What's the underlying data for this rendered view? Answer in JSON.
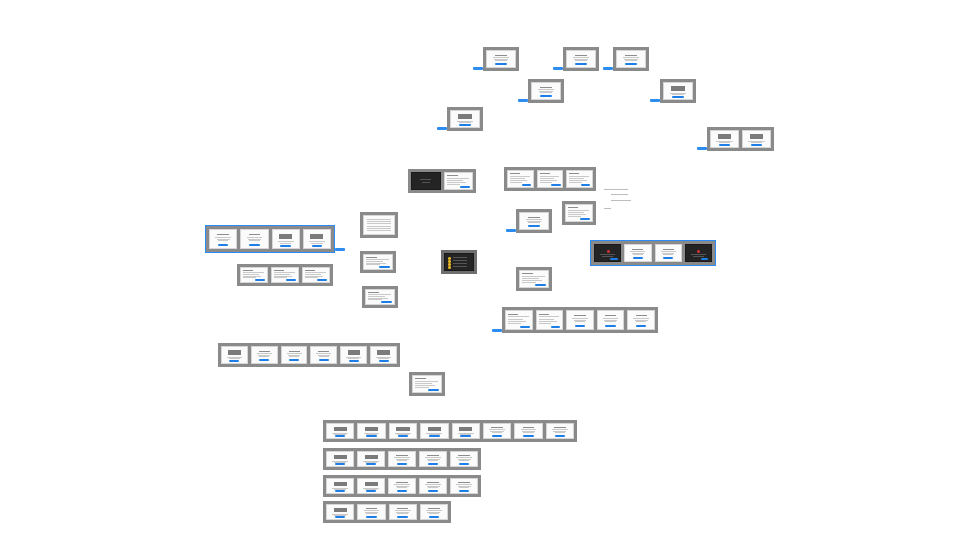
{
  "canvas": {
    "background": "#ffffff",
    "frame_color": "#8a8a8a",
    "accent": "#1e7ee8",
    "selection_color": "#2a8cf0"
  },
  "flows": [
    {
      "id": "g01",
      "frames": [
        "dialog"
      ],
      "badge": true
    },
    {
      "id": "g02",
      "frames": [
        "dialog"
      ],
      "badge": true
    },
    {
      "id": "g03",
      "frames": [
        "dialog"
      ],
      "badge": true
    },
    {
      "id": "g04",
      "frames": [
        "dialog"
      ],
      "badge": true
    },
    {
      "id": "g05",
      "frames": [
        "image-dialog"
      ],
      "badge": true
    },
    {
      "id": "g06",
      "frames": [
        "image-dialog"
      ],
      "badge": true
    },
    {
      "id": "g07",
      "frames": [
        "image-dialog",
        "image-dialog"
      ],
      "badge": true
    },
    {
      "id": "g08",
      "frames": [
        "dark",
        "form"
      ],
      "badge": false
    },
    {
      "id": "g09",
      "frames": [
        "form",
        "form",
        "form"
      ],
      "badge": false
    },
    {
      "id": "g10",
      "frames": [
        "dialog"
      ],
      "badge": true
    },
    {
      "id": "g11",
      "frames": [
        "form"
      ],
      "badge": false
    },
    {
      "id": "g12",
      "frames": [
        "dark-alert",
        "dialog",
        "dialog",
        "dark-alert"
      ],
      "badge": false
    },
    {
      "id": "g13",
      "frames": [
        "table"
      ],
      "badge": false
    },
    {
      "id": "g14",
      "frames": [
        "dialog",
        "dialog",
        "image-dialog",
        "image-dialog"
      ],
      "badge": true
    },
    {
      "id": "g15",
      "frames": [
        "form"
      ],
      "badge": false
    },
    {
      "id": "g16",
      "frames": [
        "dark-list"
      ],
      "badge": false
    },
    {
      "id": "g17",
      "frames": [
        "form",
        "form",
        "form"
      ],
      "badge": false
    },
    {
      "id": "g18",
      "frames": [
        "form"
      ],
      "badge": false
    },
    {
      "id": "g19",
      "frames": [
        "form"
      ],
      "badge": false
    },
    {
      "id": "g20",
      "frames": [
        "form",
        "form",
        "dialog",
        "dialog",
        "dialog"
      ],
      "badge": true
    },
    {
      "id": "g21",
      "frames": [
        "image-dialog",
        "dialog",
        "dialog",
        "dialog",
        "image-dialog",
        "image-dialog"
      ],
      "badge": false
    },
    {
      "id": "g22",
      "frames": [
        "form"
      ],
      "badge": false
    },
    {
      "id": "g23",
      "frames": [
        "image-dialog",
        "image-dialog",
        "image-dialog",
        "image-dialog",
        "image-dialog",
        "dialog",
        "dialog",
        "dialog"
      ],
      "badge": false
    },
    {
      "id": "g24",
      "frames": [
        "image-dialog",
        "image-dialog",
        "dialog",
        "dialog",
        "dialog"
      ],
      "badge": false
    },
    {
      "id": "g25",
      "frames": [
        "image-dialog",
        "image-dialog",
        "dialog",
        "dialog",
        "dialog"
      ],
      "badge": false
    },
    {
      "id": "g26",
      "frames": [
        "image-dialog",
        "dialog",
        "dialog",
        "dialog"
      ],
      "badge": false
    }
  ]
}
